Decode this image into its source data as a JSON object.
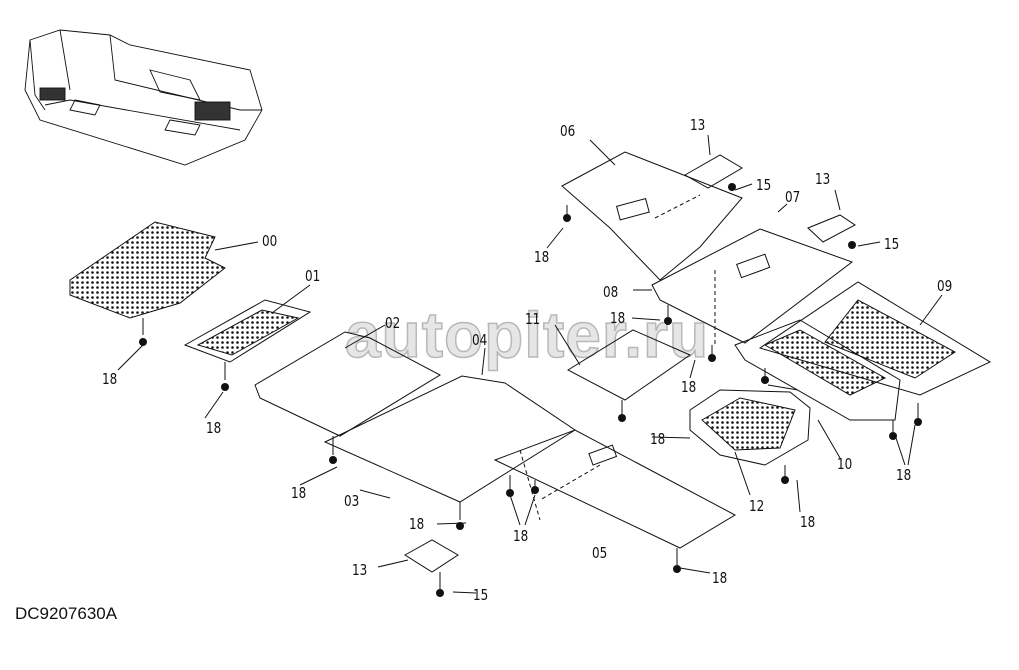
{
  "diagram_code": "DC9207630A",
  "watermark": "autopiter.ru",
  "callouts": [
    "00",
    "01",
    "02",
    "04",
    "11",
    "06",
    "13",
    "15",
    "13",
    "07",
    "15",
    "08",
    "09",
    "18",
    "18",
    "18",
    "18",
    "18",
    "18",
    "18",
    "18",
    "18",
    "18",
    "18",
    "18",
    "03",
    "05",
    "10",
    "12",
    "13",
    "15"
  ]
}
